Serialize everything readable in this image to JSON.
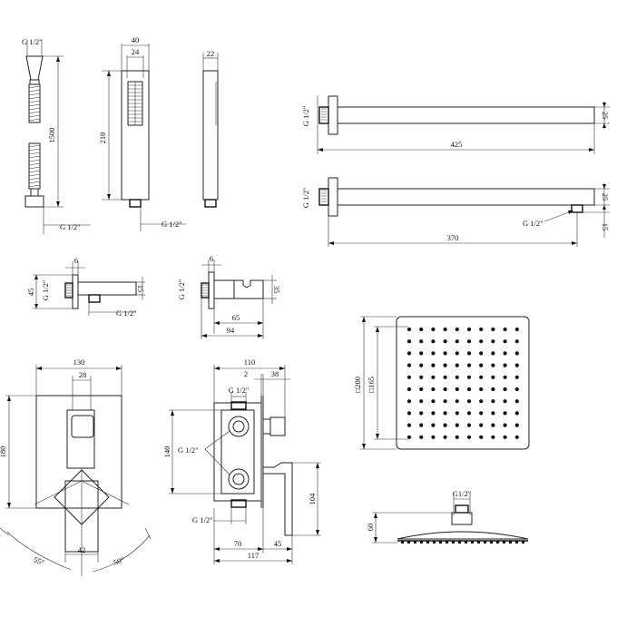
{
  "hose": {
    "thread_top": "G 1/2\"",
    "length": "1500",
    "thread_bottom": "G 1/2\""
  },
  "hand_shower": {
    "width": "40",
    "inner_width": "24",
    "height": "210",
    "thread": "G 1/2\"",
    "depth": "22"
  },
  "shower_arm_1": {
    "thread": "G 1/2\"",
    "length": "425",
    "height": "25"
  },
  "shower_arm_2": {
    "thread_wall": "G 1/2\"",
    "length": "370",
    "height": "25",
    "thread_head": "G 1/2\"",
    "drop": "15"
  },
  "wall_outlet": {
    "offset": "6",
    "thread_side": "G 1/2\"",
    "height": "45",
    "thickness": "15",
    "thread_bottom": "G 1/2\""
  },
  "bracket_outlet": {
    "offset": "6",
    "thread": "G 1/2\"",
    "height": "35",
    "depth": "65",
    "total_depth": "94"
  },
  "mixer_front": {
    "width": "130",
    "inset": "28",
    "height": "180",
    "handle_width": "42",
    "angle_left": "55°",
    "angle_right": "50°"
  },
  "mixer_side": {
    "depth": "110",
    "thickness": "2",
    "protrusion": "38",
    "thread_top": "G 1/2\"",
    "height": "140",
    "thread_label": "G 1/2\"",
    "handle_height": "104",
    "thread_bottom": "G 1/2\"",
    "body_depth": "70",
    "lever_depth": "45",
    "total_depth": "117"
  },
  "shower_head": {
    "size": "□200",
    "inner_size": "□165",
    "thread": "G1/2\"",
    "height": "60"
  }
}
